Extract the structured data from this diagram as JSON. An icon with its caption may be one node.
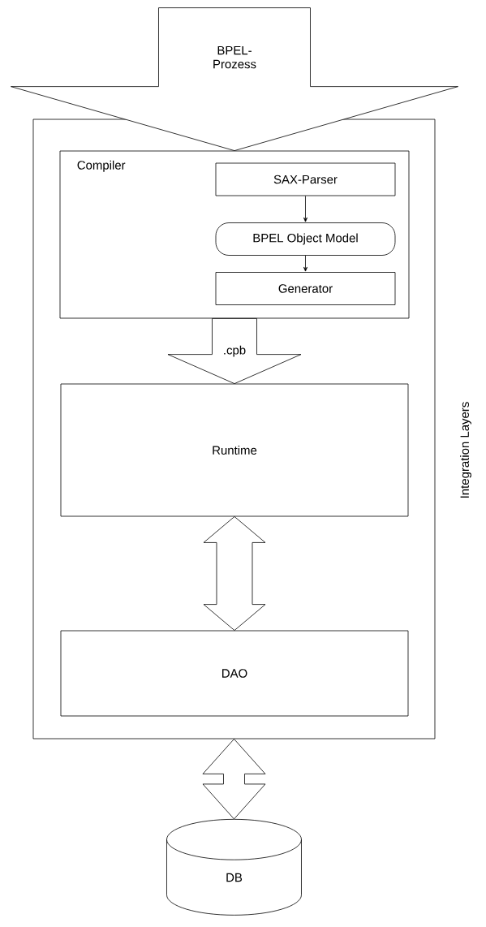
{
  "diagram": {
    "nodes": [
      {
        "text": [
          "Integration Layers"
        ]
      },
      {
        "text": [
          "Compiler"
        ],
        "in": 0
      },
      {
        "text": [
          "SAX-Parser"
        ],
        "in": 1
      },
      {
        "text": [
          "BPEL Object Model"
        ],
        "in": 1
      },
      {
        "text": [
          "Generator"
        ],
        "in": 1
      },
      {
        "text": [
          "Runtime"
        ],
        "in": 0
      },
      {
        "text": [
          "DAO"
        ],
        "in": 0
      },
      {
        "text": [
          "DB"
        ]
      }
    ],
    "edges": [
      {
        "from": null,
        "to": 1,
        "arrow": "to",
        "label": "BPEL-Prozess",
        "style": "thick"
      },
      {
        "from": 2,
        "to": 3,
        "arrow": "to"
      },
      {
        "from": 3,
        "to": 4,
        "arrow": "to"
      },
      {
        "from": 1,
        "to": 5,
        "arrow": "to",
        "label": ".cpb",
        "style": "thick"
      },
      {
        "from": 5,
        "to": 6,
        "arrow": "both",
        "style": "thick"
      },
      {
        "from": 0,
        "to": 7,
        "arrow": "both",
        "style": "thick"
      }
    ]
  }
}
